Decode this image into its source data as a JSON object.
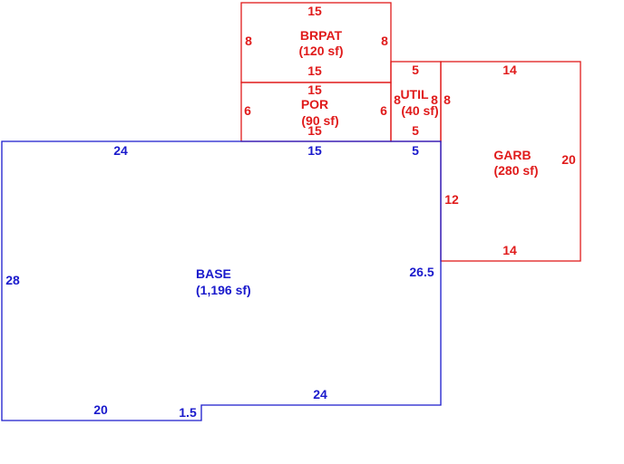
{
  "colors": {
    "base": "#1a1acc",
    "addition": "#e01b1b",
    "background": "#ffffff"
  },
  "areas": {
    "brpat": {
      "name": "BRPAT",
      "area": "(120 sf)",
      "top": "15",
      "bottom": "15",
      "left": "8",
      "right": "8"
    },
    "por": {
      "name": "POR",
      "area": "(90 sf)",
      "top": "15",
      "bottom": "15",
      "left": "6",
      "right": "6"
    },
    "util": {
      "name": "UTIL",
      "area": "(40 sf)",
      "top": "5",
      "bottom": "5",
      "left": "8",
      "right": "8"
    },
    "garb": {
      "name": "GARB",
      "area": "(280 sf)",
      "top": "14",
      "bottom": "14",
      "right": "20",
      "left": "8",
      "left_lower": "12"
    },
    "base": {
      "name": "BASE",
      "area": "(1,196 sf)",
      "top_left": "24",
      "top_mid": "15",
      "top_right": "5",
      "left": "28",
      "right": "26.5",
      "bottom_right": "24",
      "bottom_left": "20",
      "step": "1.5"
    }
  }
}
